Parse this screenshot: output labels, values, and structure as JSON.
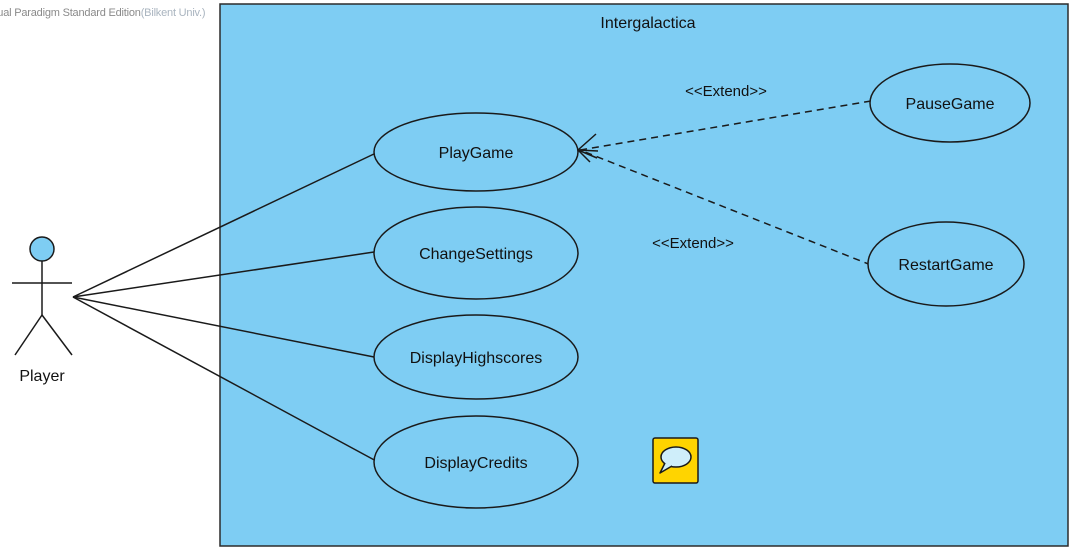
{
  "watermark": {
    "edition": "sual Paradigm Standard Edition",
    "license": "(Bilkent Univ.)"
  },
  "system": {
    "name": "Intergalactica",
    "fill": "#7ecdf3"
  },
  "actor": {
    "name": "Player"
  },
  "use_cases": [
    {
      "id": "playgame",
      "label": "PlayGame"
    },
    {
      "id": "changesettings",
      "label": "ChangeSettings"
    },
    {
      "id": "displayhighscores",
      "label": "DisplayHighscores"
    },
    {
      "id": "displaycredits",
      "label": "DisplayCredits"
    },
    {
      "id": "pausegame",
      "label": "PauseGame"
    },
    {
      "id": "restartgame",
      "label": "RestartGame"
    }
  ],
  "relations": [
    {
      "type": "extend",
      "from": "pausegame",
      "to": "playgame",
      "label": "<<Extend>>"
    },
    {
      "type": "extend",
      "from": "restartgame",
      "to": "playgame",
      "label": "<<Extend>>"
    }
  ],
  "comment_icon": {
    "fill": "#ffd400",
    "icon": "speech-bubble-icon"
  }
}
